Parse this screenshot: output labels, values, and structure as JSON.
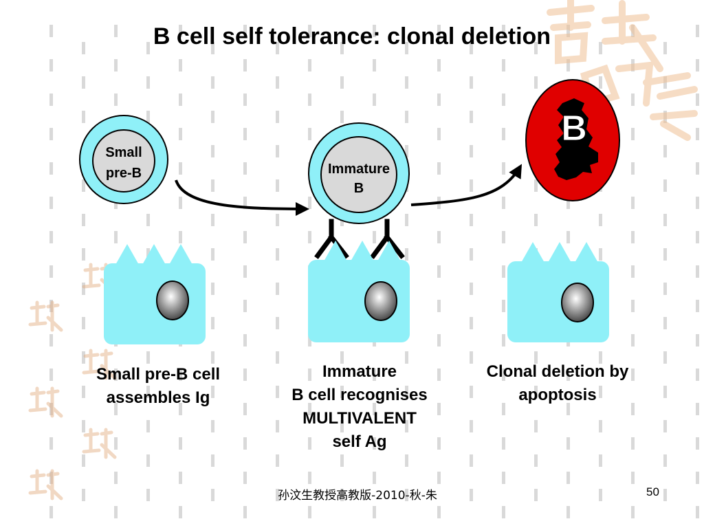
{
  "slide": {
    "title": "B cell self tolerance: clonal deletion",
    "footer": "孙汶生教授高教版-2010-秋-朱",
    "page_number": "50"
  },
  "cells": {
    "small_pre_b_label_line1": "Small",
    "small_pre_b_label_line2": "pre-B",
    "immature_b_label_line1": "Immature",
    "immature_b_label_line2": "B",
    "apoptotic_cell_label": "B"
  },
  "captions": {
    "stage1": [
      "Small pre-B cell",
      "assembles Ig"
    ],
    "stage2": [
      "Immature",
      "B cell recognises",
      "MULTIVALENT",
      "self Ag"
    ],
    "stage3": [
      "Clonal deletion by",
      "apoptosis"
    ]
  },
  "colors": {
    "cell_fill": "#8ff0f8",
    "nucleus_fill": "#d9d9d9",
    "apoptotic_fill": "#e00000",
    "text": "#000000",
    "decoration_grey": "#d8d8d8",
    "decoration_orange": "#f2c9a4"
  }
}
